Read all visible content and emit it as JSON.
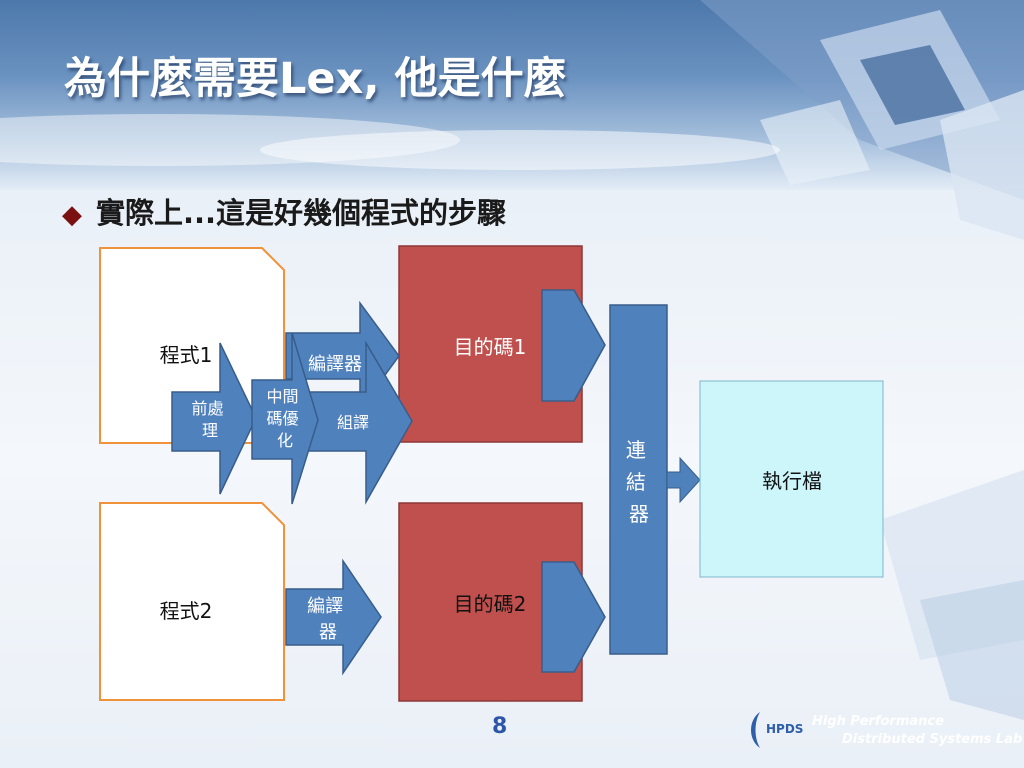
{
  "title": "為什麼需要Lex, 他是什麼",
  "bullet": {
    "mark": "◆",
    "text": "實際上...這是好幾個程式的步驟"
  },
  "diagram": {
    "program1": "程式1",
    "program2": "程式2",
    "preprocess": [
      "前處",
      "理"
    ],
    "intermediate": [
      "中間",
      "碼優",
      "化"
    ],
    "compile1": "編譯器",
    "assemble": "組譯",
    "compile2": [
      "編譯",
      "器"
    ],
    "object1": "目的碼1",
    "object2": "目的碼2",
    "linker": [
      "連",
      "結",
      "器"
    ],
    "executable": "執行檔"
  },
  "colors": {
    "doc_border": "#f0923a",
    "object_fill": "#c0504d",
    "arrow_fill": "#4f81bd",
    "arrow_stroke": "#385d8a",
    "exec_fill": "#cdf6fb",
    "page_number": "#2e56a8"
  },
  "footer": {
    "page_number": "8",
    "logo": "HPDS",
    "lab_line1": "High Performance",
    "lab_line2": "Distributed Systems Lab"
  }
}
